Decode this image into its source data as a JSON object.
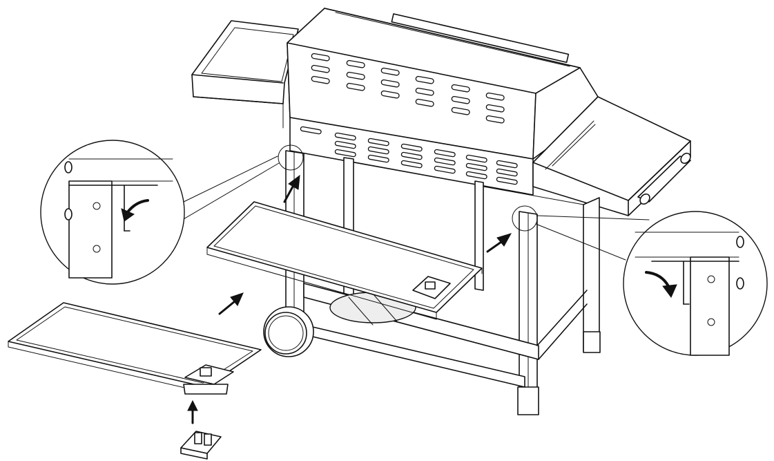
{
  "figure": {
    "subject": "grill-cart-assembly",
    "step": "grease-tray-and-cup-installation",
    "colors": {
      "line": "#111111",
      "paper": "#ffffff",
      "shade": "#eeeeee"
    },
    "callouts": [
      {
        "id": "left-bracket-detail",
        "action": "insert-tray-rail",
        "icon": "curved-arrow-icon"
      },
      {
        "id": "right-bracket-detail",
        "action": "insert-tray-rail",
        "icon": "curved-arrow-icon"
      }
    ],
    "arrows": [
      "up-arrow-icon",
      "diagonal-arrow-icon",
      "diagonal-arrow-icon",
      "diagonal-arrow-icon"
    ]
  }
}
